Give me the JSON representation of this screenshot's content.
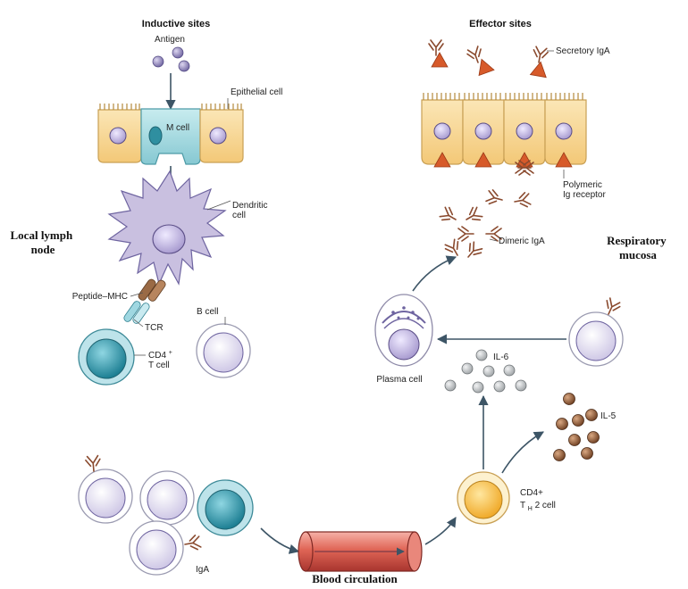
{
  "sections": {
    "inductive_sites": "Inductive sites",
    "effector_sites": "Effector sites",
    "local_lymph_node": [
      "Local lymph",
      "node"
    ],
    "respiratory_mucosa": [
      "Respiratory",
      "mucosa"
    ],
    "blood_circulation": "Blood circulation"
  },
  "labels": {
    "antigen": "Antigen",
    "epithelial_cell": "Epithelial cell",
    "m_cell": "M cell",
    "dendritic_cell": [
      "Dendritic",
      "cell"
    ],
    "peptide_mhc": "Peptide–MHC",
    "tcr": "TCR",
    "b_cell": "B cell",
    "cd4_t_cell": [
      "CD4",
      "+",
      "T cell"
    ],
    "secretory_iga": "Secretory IgA",
    "polymeric_ig_receptor": [
      "Polymeric",
      "Ig receptor"
    ],
    "dimeric_iga": "Dimeric IgA",
    "plasma_cell": "Plasma cell",
    "il6": "IL-6",
    "il5": "IL-5",
    "cd4_th2_cell": [
      "CD4+",
      "T",
      "H",
      "2 cell"
    ],
    "iga": "IgA"
  },
  "colors": {
    "epithelium": "#f7d89a",
    "epithelium_stroke": "#c9a055",
    "nucleus": "#c8bde0",
    "nucleus_stroke": "#5a4d86",
    "m_cell": "#a9d8de",
    "dendritic": "#c9c0e0",
    "t_cell": "#2e9bb0",
    "t_cell_light": "#bde3ea",
    "lymphocyte": "#d6d0ea",
    "th2_core": "#f7c24a",
    "antibody": "#8a4a2e",
    "receptor": "#d75a2a",
    "il6": "#b8bcbf",
    "il5": "#8a5a3c",
    "vessel": "#c8433d",
    "arrow": "#3d5566"
  }
}
